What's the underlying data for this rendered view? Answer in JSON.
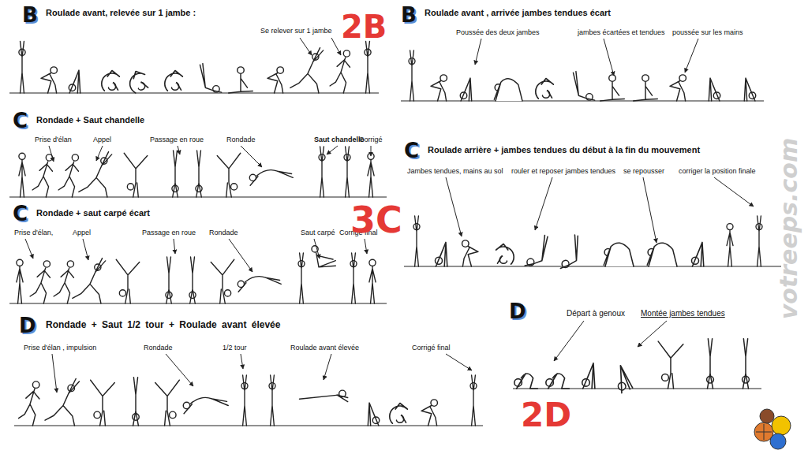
{
  "diagram": {
    "labels": [
      "B",
      "Roulade avant, relevée sur 1 jambe :",
      "Se relever sur 1 jambe",
      "2B",
      "B",
      "Roulade avant , arrivée jambes tendues écart",
      "Poussée des deux jambes",
      "jambes écartées et tendues",
      "poussée sur les mains",
      "C",
      "Rondade + Saut chandelle",
      "Prise d'élan",
      "Appel",
      "Passage en roue",
      "Rondade",
      "Saut chandelle",
      "Corrigé",
      "C",
      "Rondade + saut carpé écart",
      "Prise d'élan,",
      "Appel",
      "Passage en roue",
      "Rondade",
      "Saut carpé",
      "Corrigé final",
      "3C",
      "C",
      "Roulade arrière + jambes tendues du début à la fin du mouvement",
      "Jambes tendues, mains au sol",
      "rouler et reposer jambes tendues",
      "se repousser",
      "corriger la position finale",
      "D",
      "Rondade + Saut 1/2 tour + Roulade avant élevée",
      "Prise d'élan , impulsion",
      "Rondade",
      "1/2 tour",
      "Roulade avant élevée",
      "Corrigé final",
      "D",
      "Départ à genoux",
      "Montée jambes tendues",
      "2D",
      "votreeps.com"
    ]
  }
}
